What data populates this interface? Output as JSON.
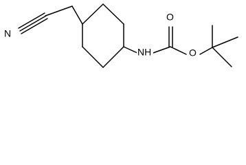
{
  "molecule": {
    "atoms": {
      "nitrile_n": {
        "label": "N"
      },
      "amine_n": {
        "label": "NH"
      },
      "carbonyl_o": {
        "label": "O"
      },
      "ester_o": {
        "label": "O"
      }
    },
    "colors": {
      "bond": "#000000",
      "background": "#ffffff"
    }
  }
}
